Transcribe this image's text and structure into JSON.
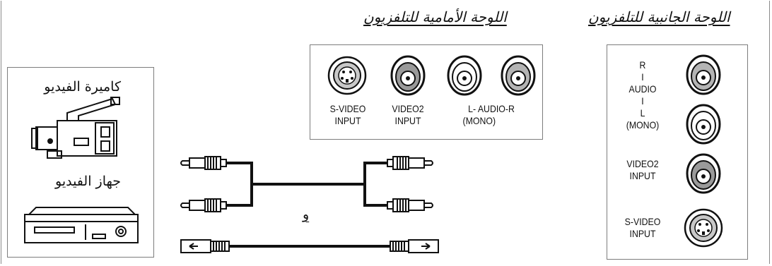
{
  "headings": {
    "front_panel": "اللوحة الأمامية للتلفزيون",
    "side_panel": "اللوحة الجانبية للتلفزيون"
  },
  "device": {
    "camcorder_label": "كاميرة الفيديو",
    "vcr_label": "جهاز الفيديو"
  },
  "cables": {
    "or_label": "و"
  },
  "front_panel": {
    "svideo_line1": "S-VIDEO",
    "svideo_line2": "INPUT",
    "video2_line1": "VIDEO2",
    "video2_line2": "INPUT",
    "audio_line1": "L- AUDIO-R",
    "audio_line2": "(MONO)"
  },
  "side_panel": {
    "audio_r": "R",
    "audio_sep1": "I",
    "audio_label": "AUDIO",
    "audio_sep2": "I",
    "audio_l": "L",
    "audio_mono": "(MONO)",
    "video2_line1": "VIDEO2",
    "video2_line2": "INPUT",
    "svideo_line1": "S-VIDEO",
    "svideo_line2": "INPUT"
  }
}
